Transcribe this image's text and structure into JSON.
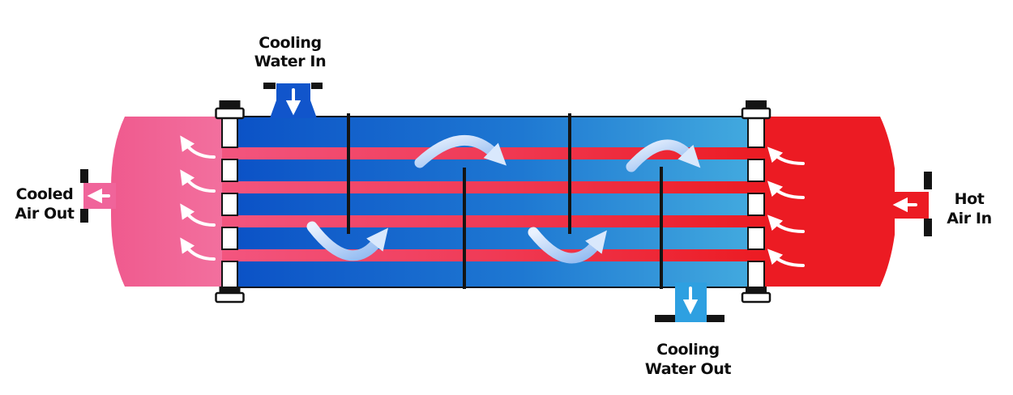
{
  "diagram": {
    "labels": {
      "cooling_water_in": {
        "line1": "Cooling",
        "line2": "Water In"
      },
      "cooled_air_out": {
        "line1": "Cooled",
        "line2": "Air Out"
      },
      "hot_air_in": {
        "line1": "Hot",
        "line2": "Air In"
      },
      "cooling_water_out": {
        "line1": "Cooling",
        "line2": "Water Out"
      }
    },
    "colors": {
      "shell_left": "#0B51C6",
      "shell_right": "#44ACDF",
      "tube_left": "#F3557F",
      "tube_right": "#EC1B22",
      "cooled_chamber_pink": "#F0649A",
      "hot_chamber_red": "#EC1B23",
      "inlet_pipe_blue": "#1155CB",
      "outlet_pipe_blue": "#2EA0E1",
      "baffle_black": "#141414",
      "flow_arrow_white": "#FFFFFF",
      "swoosh_light": "#EAF2FE",
      "swoosh_deep": "#8FB9F1",
      "text": "#0D0D0D",
      "background": "#FFFFFF"
    },
    "structure": {
      "tube_count": 4,
      "baffle_count": 4,
      "shell_crossflow_arrow_count": 4,
      "cooled_chamber_arrow_count": 4,
      "hot_chamber_arrow_count": 4,
      "tubesheet_count": 2,
      "bolt_count": 4
    }
  }
}
